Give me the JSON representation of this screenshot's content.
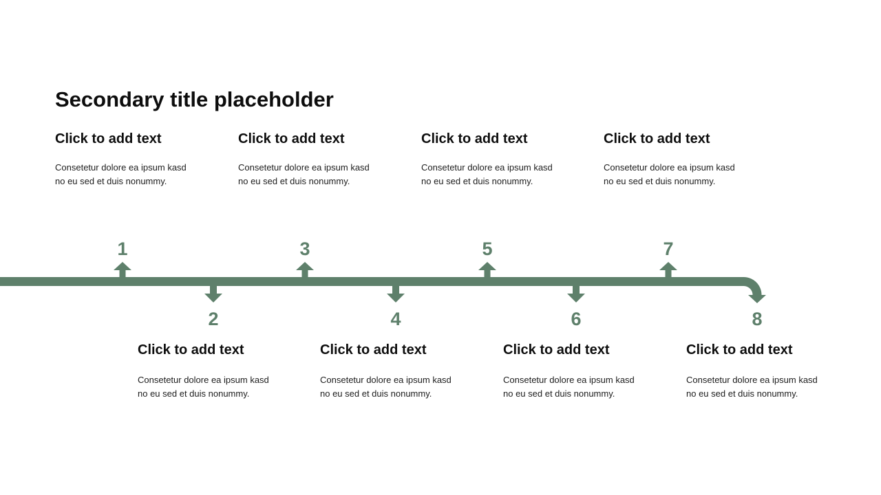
{
  "slide": {
    "title": "Secondary title placeholder",
    "background": "#ffffff",
    "accent_color": "#5e806b"
  },
  "items": [
    {
      "number": "1",
      "position": "top",
      "heading": "Click to add text",
      "body": [
        "Consetetur dolore ea ipsum kasd",
        "no eu sed et duis nonummy."
      ]
    },
    {
      "number": "2",
      "position": "bottom",
      "heading": "Click to add text",
      "body": [
        "Consetetur dolore ea ipsum kasd",
        "no eu sed et duis nonummy."
      ]
    },
    {
      "number": "3",
      "position": "top",
      "heading": "Click to add text",
      "body": [
        "Consetetur dolore ea ipsum kasd",
        "no eu sed et duis nonummy."
      ]
    },
    {
      "number": "4",
      "position": "bottom",
      "heading": "Click to add text",
      "body": [
        "Consetetur dolore ea ipsum kasd",
        "no eu sed et duis nonummy."
      ]
    },
    {
      "number": "5",
      "position": "top",
      "heading": "Click to add text",
      "body": [
        "Consetetur dolore ea ipsum kasd",
        "no eu sed et duis nonummy."
      ]
    },
    {
      "number": "6",
      "position": "bottom",
      "heading": "Click to add text",
      "body": [
        "Consetetur dolore ea ipsum kasd",
        "no eu sed et duis nonummy."
      ]
    },
    {
      "number": "7",
      "position": "top",
      "heading": "Click to add text",
      "body": [
        "Consetetur dolore ea ipsum kasd",
        "no eu sed et duis nonummy."
      ]
    },
    {
      "number": "8",
      "position": "bottom",
      "heading": "Click to add text",
      "body": [
        "Consetetur dolore ea ipsum kasd",
        "no eu sed et duis nonummy."
      ]
    }
  ]
}
